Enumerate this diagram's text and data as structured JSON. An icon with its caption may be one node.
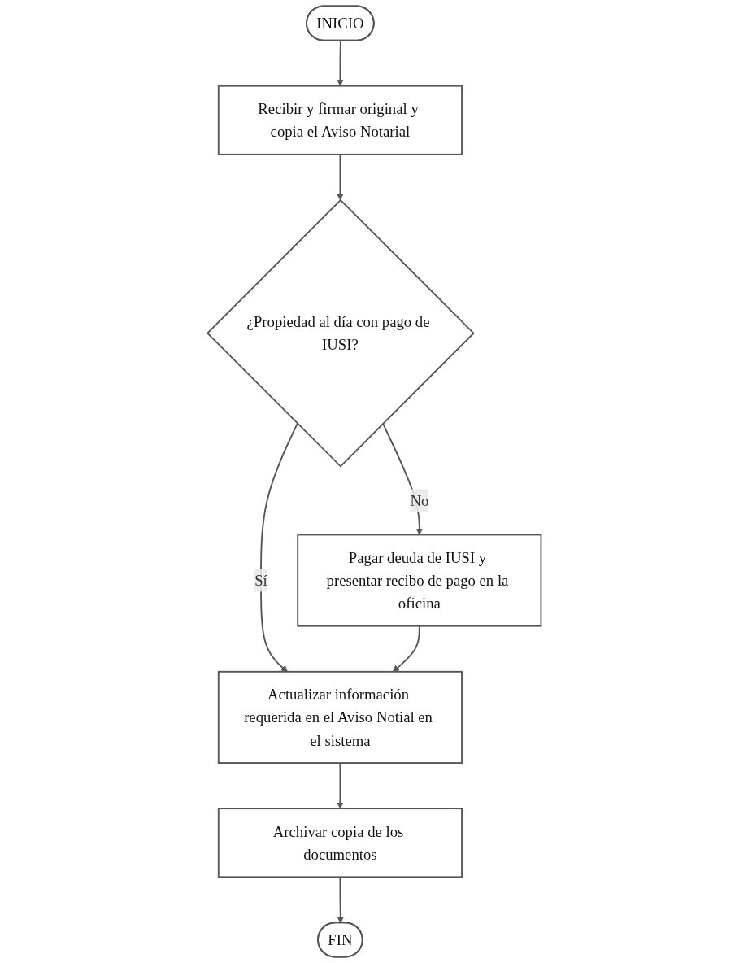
{
  "diagram": {
    "nodes": [
      {
        "text": [
          "INICIO"
        ]
      },
      {
        "text": [
          "Recibir y firmar original y copia el Aviso Notarial"
        ]
      },
      {
        "text": [
          "¿Propiedad al día con pago de IUSI?"
        ]
      },
      {
        "text": [
          "Pagar deuda de IUSI y presentar recibo de pago en la oficina"
        ]
      },
      {
        "text": [
          "Actualizar información requerida en el Aviso Notial en el sistema"
        ]
      },
      {
        "text": [
          "Archivar copia de los documentos"
        ]
      },
      {
        "text": [
          "FIN"
        ]
      }
    ],
    "edges": [
      {
        "from": 0,
        "to": 1,
        "arrow": "to"
      },
      {
        "from": 1,
        "to": 2,
        "arrow": "to"
      },
      {
        "from": 2,
        "to": 3,
        "arrow": "to",
        "label": "No"
      },
      {
        "from": 2,
        "to": 4,
        "arrow": "to",
        "label": "Sí"
      },
      {
        "from": 3,
        "to": 4,
        "arrow": "to"
      },
      {
        "from": 4,
        "to": 5,
        "arrow": "to"
      },
      {
        "from": 5,
        "to": 6,
        "arrow": "to"
      }
    ]
  }
}
